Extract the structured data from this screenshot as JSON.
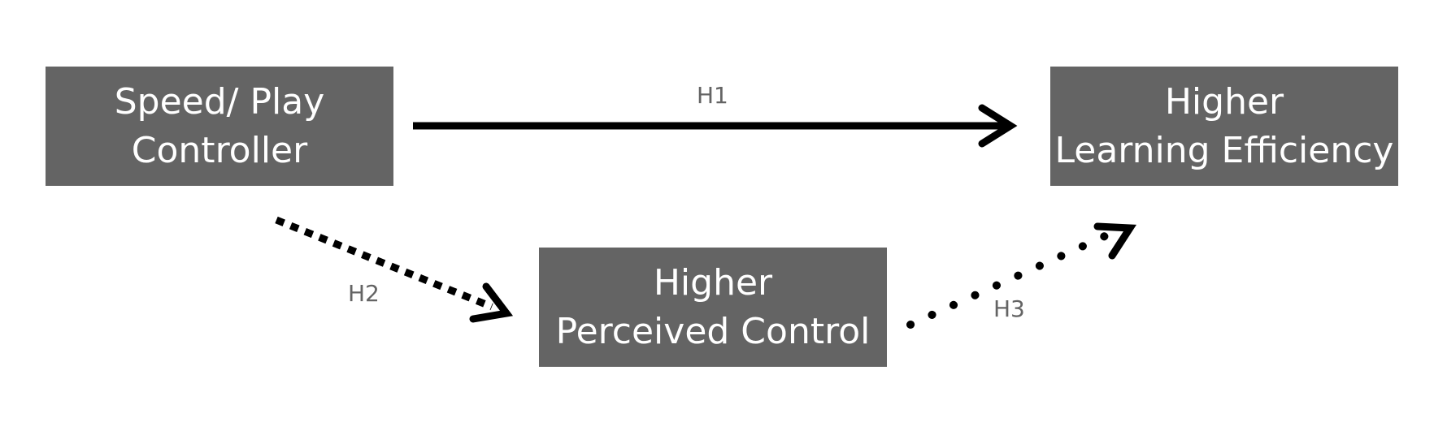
{
  "nodes": {
    "speed_play_controller": {
      "line1": "Speed/ Play",
      "line2": "Controller"
    },
    "higher_learning_efficiency": {
      "line1": "Higher",
      "line2": "Learning Efficiency"
    },
    "higher_perceived_control": {
      "line1": "Higher",
      "line2": "Perceived Control"
    }
  },
  "edges": [
    {
      "id": "H1",
      "label": "H1",
      "from": "speed_play_controller",
      "to": "higher_learning_efficiency",
      "style": "solid"
    },
    {
      "id": "H2",
      "label": "H2",
      "from": "speed_play_controller",
      "to": "higher_perceived_control",
      "style": "dashed"
    },
    {
      "id": "H3",
      "label": "H3",
      "from": "higher_perceived_control",
      "to": "higher_learning_efficiency",
      "style": "dotted"
    }
  ],
  "colors": {
    "node_fill": "#646464",
    "node_text": "#ffffff",
    "arrow": "#000000",
    "label_text": "#646464"
  }
}
